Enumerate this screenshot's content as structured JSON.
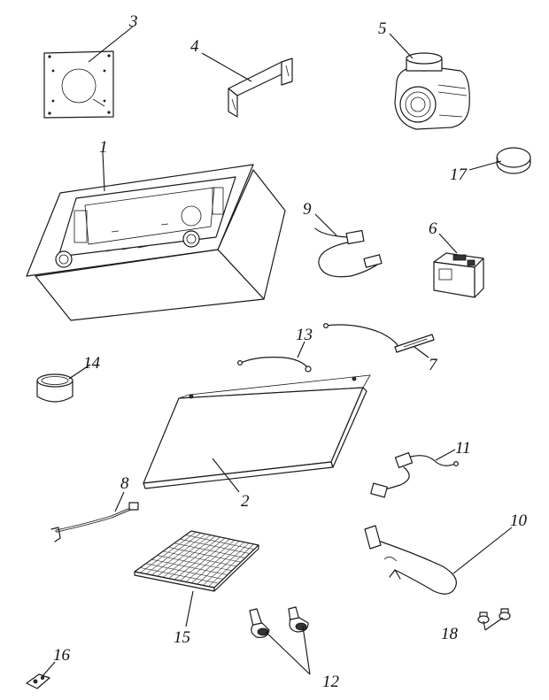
{
  "parts": [
    {
      "id": "part-1",
      "number": "1"
    },
    {
      "id": "part-2",
      "number": "2"
    },
    {
      "id": "part-3",
      "number": "3"
    },
    {
      "id": "part-4",
      "number": "4"
    },
    {
      "id": "part-5",
      "number": "5"
    },
    {
      "id": "part-6",
      "number": "6"
    },
    {
      "id": "part-7",
      "number": "7"
    },
    {
      "id": "part-8",
      "number": "8"
    },
    {
      "id": "part-9",
      "number": "9"
    },
    {
      "id": "part-10",
      "number": "10"
    },
    {
      "id": "part-11",
      "number": "11"
    },
    {
      "id": "part-12",
      "number": "12"
    },
    {
      "id": "part-13",
      "number": "13"
    },
    {
      "id": "part-14",
      "number": "14"
    },
    {
      "id": "part-15",
      "number": "15"
    },
    {
      "id": "part-16",
      "number": "16"
    },
    {
      "id": "part-17",
      "number": "17"
    },
    {
      "id": "part-18",
      "number": "18"
    }
  ]
}
